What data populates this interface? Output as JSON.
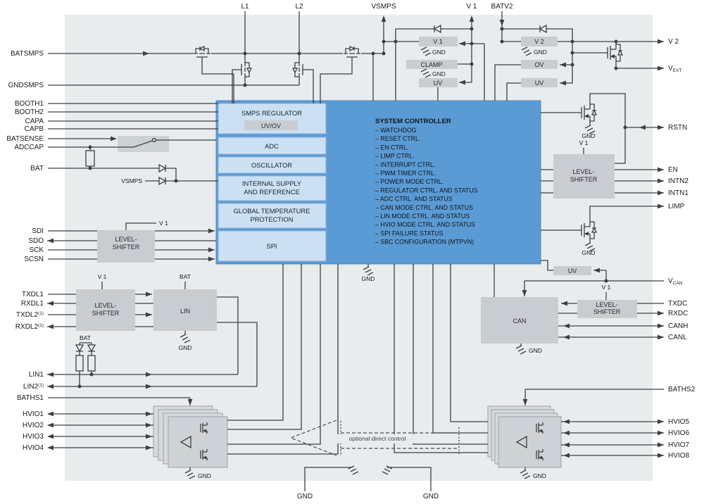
{
  "pins_left": [
    "BATSMPS",
    "GNDSMPS",
    "BOOTH1",
    "BOOTH2",
    "CAPA",
    "CAPB",
    "BATSENSE",
    "ADCCAP",
    "BAT",
    "SDI",
    "SDO",
    "SCK",
    "SCSN",
    "TXDL1",
    "RXDL1",
    "TXDL2",
    "RXDL2",
    "LIN1",
    "LIN2",
    "BATHS1",
    "HVIO1",
    "HVIO2",
    "HVIO3",
    "HVIO4"
  ],
  "pins_top": [
    "L1",
    "L2",
    "VSMPS",
    "V 1",
    "BATV2"
  ],
  "pins_right": [
    "V 2",
    "RSTN",
    "EN",
    "INTN2",
    "INTN1",
    "LIMP",
    "TXDC",
    "RXDC",
    "CANH",
    "CANL",
    "BATHS2",
    "HVIO5",
    "HVIO6",
    "HVIO7",
    "HVIO8"
  ],
  "vext": {
    "base": "V",
    "sub": "EXT"
  },
  "vcan": {
    "base": "V",
    "sub": "CAN"
  },
  "pins_bottom": [
    "GND",
    "GND"
  ],
  "controller": {
    "title": "SYSTEM CONTROLLER",
    "items": [
      "– WATCHDOG",
      "– RESET CTRL.",
      "– EN CTRL.",
      "– LIMP CTRL.",
      "– INTERRUPT CTRL.",
      "– PWM TIMER CTRL.",
      "– POWER MODE CTRL.",
      "– REGULATOR CTRL. AND STATUS",
      "– ADC CTRL. AND STATUS",
      "– CAN MODE CTRL. AND STATUS",
      "– LIN MODE CTRL. AND STATUS",
      "– HVIO MODE CTRL. AND STATUS",
      "– SPI FAILURE STATUS",
      "– SBC CONFIGURATION (MTPVN)"
    ]
  },
  "subblocks": {
    "smps": "SMPS REGULATOR",
    "uvov": "UV/OV",
    "adc": "ADC",
    "osc": "OSCILLATOR",
    "supply1": "INTERNAL SUPPLY",
    "supply2": "AND REFERENCE",
    "temp1": "GLOBAL TEMPERATURE",
    "temp2": "PROTECTION",
    "spi": "SPI"
  },
  "boxes": {
    "v1": "V 1",
    "clamp": "CLAMP",
    "uv": "UV",
    "v2": "V 2",
    "ov": "OV",
    "ls1": "LEVEL-",
    "ls2": "SHIFTER",
    "lin": "LIN",
    "can": "CAN"
  },
  "labels": {
    "gnd": "GND",
    "v1": "V 1",
    "bat": "BAT",
    "vsmps": "VSMPS",
    "sup1": "(1)",
    "optional": "optional direct control"
  },
  "colors": {
    "chip_bg": "#e8eced",
    "controller_blue": "#5b9bd5",
    "subblock_blue": "#cce0f4",
    "gray_box": "#c8cdd1",
    "wire": "#3c4043"
  }
}
